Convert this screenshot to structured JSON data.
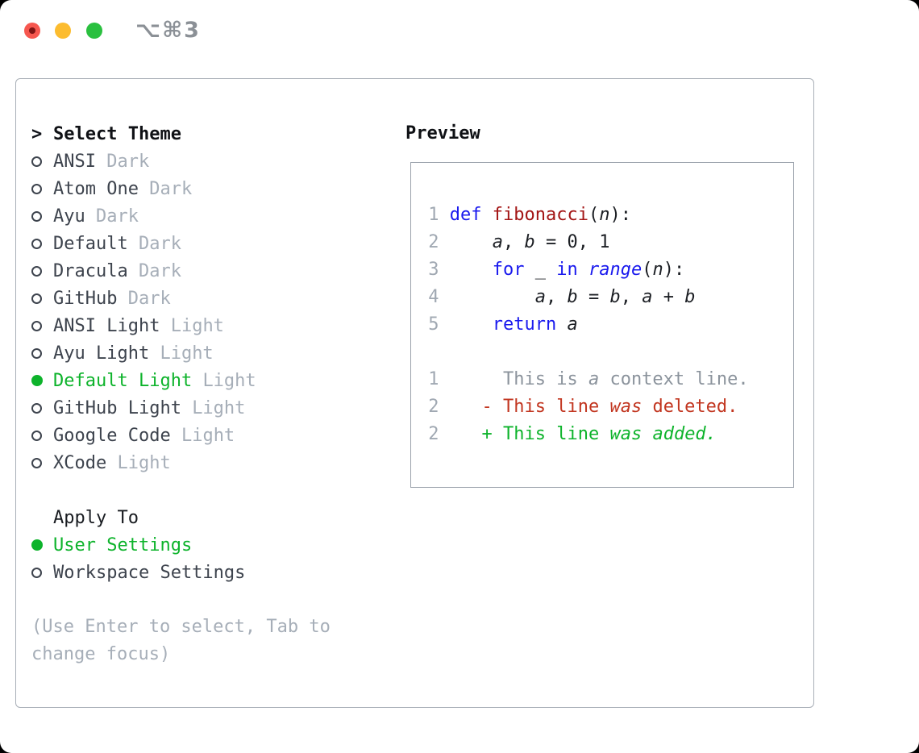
{
  "window": {
    "title": "⌥⌘3"
  },
  "colors": {
    "green": "#0db32b",
    "keyword_blue": "#1a1aee",
    "function_red": "#a31515",
    "deleted_red": "#c23620",
    "context_gray": "#8b939c",
    "line_number_gray": "#a0a8b2",
    "panel_border": "#a9afb7",
    "preview_border": "#9aa1ab",
    "traffic_red": "#f6574f",
    "traffic_red_dot": "#7f1414",
    "traffic_yellow": "#fcbc2f",
    "traffic_green": "#2ac03f"
  },
  "sidebar": {
    "header": {
      "prefix": ">",
      "label": "Select Theme"
    },
    "themes": [
      {
        "name": "ANSI",
        "variant": "Dark",
        "selected": false
      },
      {
        "name": "Atom One",
        "variant": "Dark",
        "selected": false
      },
      {
        "name": "Ayu",
        "variant": "Dark",
        "selected": false
      },
      {
        "name": "Default",
        "variant": "Dark",
        "selected": false
      },
      {
        "name": "Dracula",
        "variant": "Dark",
        "selected": false
      },
      {
        "name": "GitHub",
        "variant": "Dark",
        "selected": false
      },
      {
        "name": "ANSI Light",
        "variant": "Light",
        "selected": false
      },
      {
        "name": "Ayu Light",
        "variant": "Light",
        "selected": false
      },
      {
        "name": "Default Light",
        "variant": "Light",
        "selected": true
      },
      {
        "name": "GitHub Light",
        "variant": "Light",
        "selected": false
      },
      {
        "name": "Google Code",
        "variant": "Light",
        "selected": false
      },
      {
        "name": "XCode",
        "variant": "Light",
        "selected": false
      }
    ],
    "apply_to": {
      "label": "Apply To",
      "options": [
        {
          "name": "User Settings",
          "selected": true
        },
        {
          "name": "Workspace Settings",
          "selected": false
        }
      ]
    },
    "help": [
      "(Use Enter to select, Tab to",
      "change focus)"
    ]
  },
  "preview": {
    "label": "Preview",
    "lines": [
      [
        {
          "t": " 1 ",
          "s": "num"
        },
        {
          "t": "def",
          "s": "kw"
        },
        {
          "t": " ",
          "s": "txt"
        },
        {
          "t": "fibonacci",
          "s": "fn"
        },
        {
          "t": "(",
          "s": "txt"
        },
        {
          "t": "n",
          "s": "var"
        },
        {
          "t": "):",
          "s": "txt"
        }
      ],
      [
        {
          "t": " 2 ",
          "s": "num"
        },
        {
          "t": "    ",
          "s": "txt"
        },
        {
          "t": "a",
          "s": "var"
        },
        {
          "t": ", ",
          "s": "txt"
        },
        {
          "t": "b",
          "s": "var"
        },
        {
          "t": " = 0, 1",
          "s": "txt"
        }
      ],
      [
        {
          "t": " 3 ",
          "s": "num"
        },
        {
          "t": "    ",
          "s": "txt"
        },
        {
          "t": "for",
          "s": "kw"
        },
        {
          "t": " _ ",
          "s": "txt"
        },
        {
          "t": "in",
          "s": "kw"
        },
        {
          "t": " ",
          "s": "txt"
        },
        {
          "t": "range",
          "s": "kwi"
        },
        {
          "t": "(",
          "s": "txt"
        },
        {
          "t": "n",
          "s": "var"
        },
        {
          "t": "):",
          "s": "txt"
        }
      ],
      [
        {
          "t": " 4 ",
          "s": "num"
        },
        {
          "t": "        ",
          "s": "txt"
        },
        {
          "t": "a",
          "s": "var"
        },
        {
          "t": ", ",
          "s": "txt"
        },
        {
          "t": "b",
          "s": "var"
        },
        {
          "t": " = ",
          "s": "txt"
        },
        {
          "t": "b",
          "s": "var"
        },
        {
          "t": ", ",
          "s": "txt"
        },
        {
          "t": "a",
          "s": "var"
        },
        {
          "t": " + ",
          "s": "txt"
        },
        {
          "t": "b",
          "s": "var"
        }
      ],
      [
        {
          "t": " 5 ",
          "s": "num"
        },
        {
          "t": "    ",
          "s": "txt"
        },
        {
          "t": "return",
          "s": "kw"
        },
        {
          "t": " ",
          "s": "txt"
        },
        {
          "t": "a",
          "s": "var"
        }
      ],
      [],
      [
        {
          "t": " 1 ",
          "s": "num"
        },
        {
          "t": "     ",
          "s": "ctx"
        },
        {
          "t": "This is ",
          "s": "ctx"
        },
        {
          "t": "a",
          "s": "ctxi"
        },
        {
          "t": " context line.",
          "s": "ctx"
        }
      ],
      [
        {
          "t": " 2 ",
          "s": "num"
        },
        {
          "t": "   ",
          "s": "txt"
        },
        {
          "t": "- This line ",
          "s": "del"
        },
        {
          "t": "was",
          "s": "deli"
        },
        {
          "t": " deleted.",
          "s": "del"
        }
      ],
      [
        {
          "t": " 2 ",
          "s": "num"
        },
        {
          "t": "   ",
          "s": "txt"
        },
        {
          "t": "+ This line ",
          "s": "add"
        },
        {
          "t": "was",
          "s": "addi"
        },
        {
          "t": " ",
          "s": "add"
        },
        {
          "t": "added.",
          "s": "addi"
        }
      ]
    ]
  }
}
